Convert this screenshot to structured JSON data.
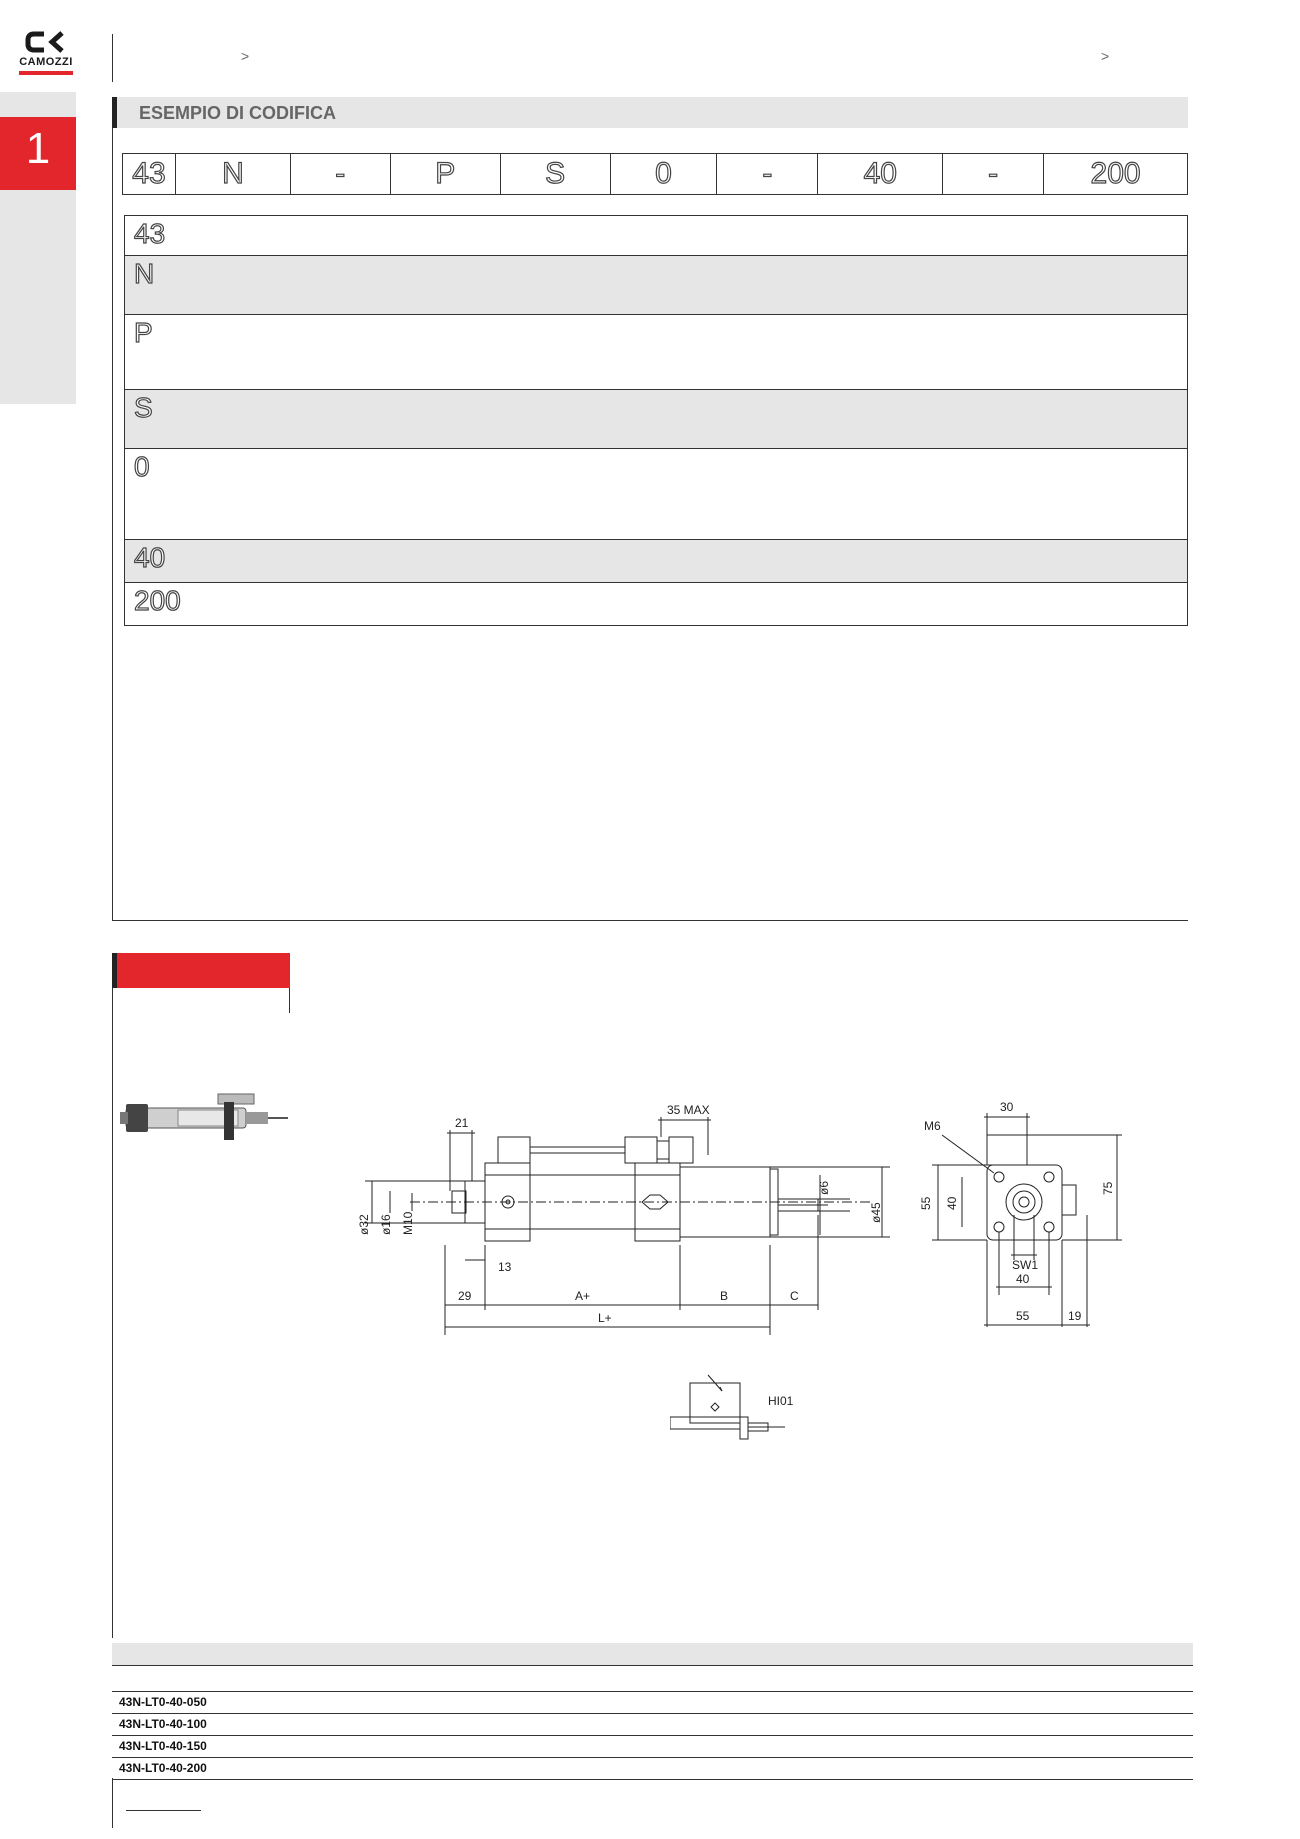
{
  "brand": {
    "name": "CAMOZZI",
    "accent": "#e3262b"
  },
  "sidebar": {
    "chapter_number": "1"
  },
  "breadcrumbs": {
    "sep1": ">",
    "sep2": ">"
  },
  "coding_example": {
    "title": "ESEMPIO DI CODIFICA",
    "code_parts": [
      "43",
      "N",
      "-",
      "P",
      "S",
      "0",
      "-",
      "40",
      "-",
      "200"
    ],
    "rows": [
      {
        "code": "43"
      },
      {
        "code": "N"
      },
      {
        "code": "P"
      },
      {
        "code": "S"
      },
      {
        "code": "0"
      },
      {
        "code": "40"
      },
      {
        "code": "200"
      }
    ]
  },
  "drawing": {
    "labels": {
      "d21": "21",
      "max35": "35 MAX",
      "phi6": "ø6",
      "phi45": "ø45",
      "phi32": "ø32",
      "phi16": "ø16",
      "m10": "M10",
      "d13": "13",
      "d29": "29",
      "a": "A+",
      "b": "B",
      "c": "C",
      "l": "L+",
      "d30": "30",
      "m6": "M6",
      "d55v": "55",
      "d40v": "40",
      "d75": "75",
      "sw1": "SW1",
      "d40h": "40",
      "d55h": "55",
      "d19": "19",
      "hi01": "HI01"
    }
  },
  "models_table": {
    "rows": [
      "43N-LT0-40-050",
      "43N-LT0-40-100",
      "43N-LT0-40-150",
      "43N-LT0-40-200"
    ]
  }
}
